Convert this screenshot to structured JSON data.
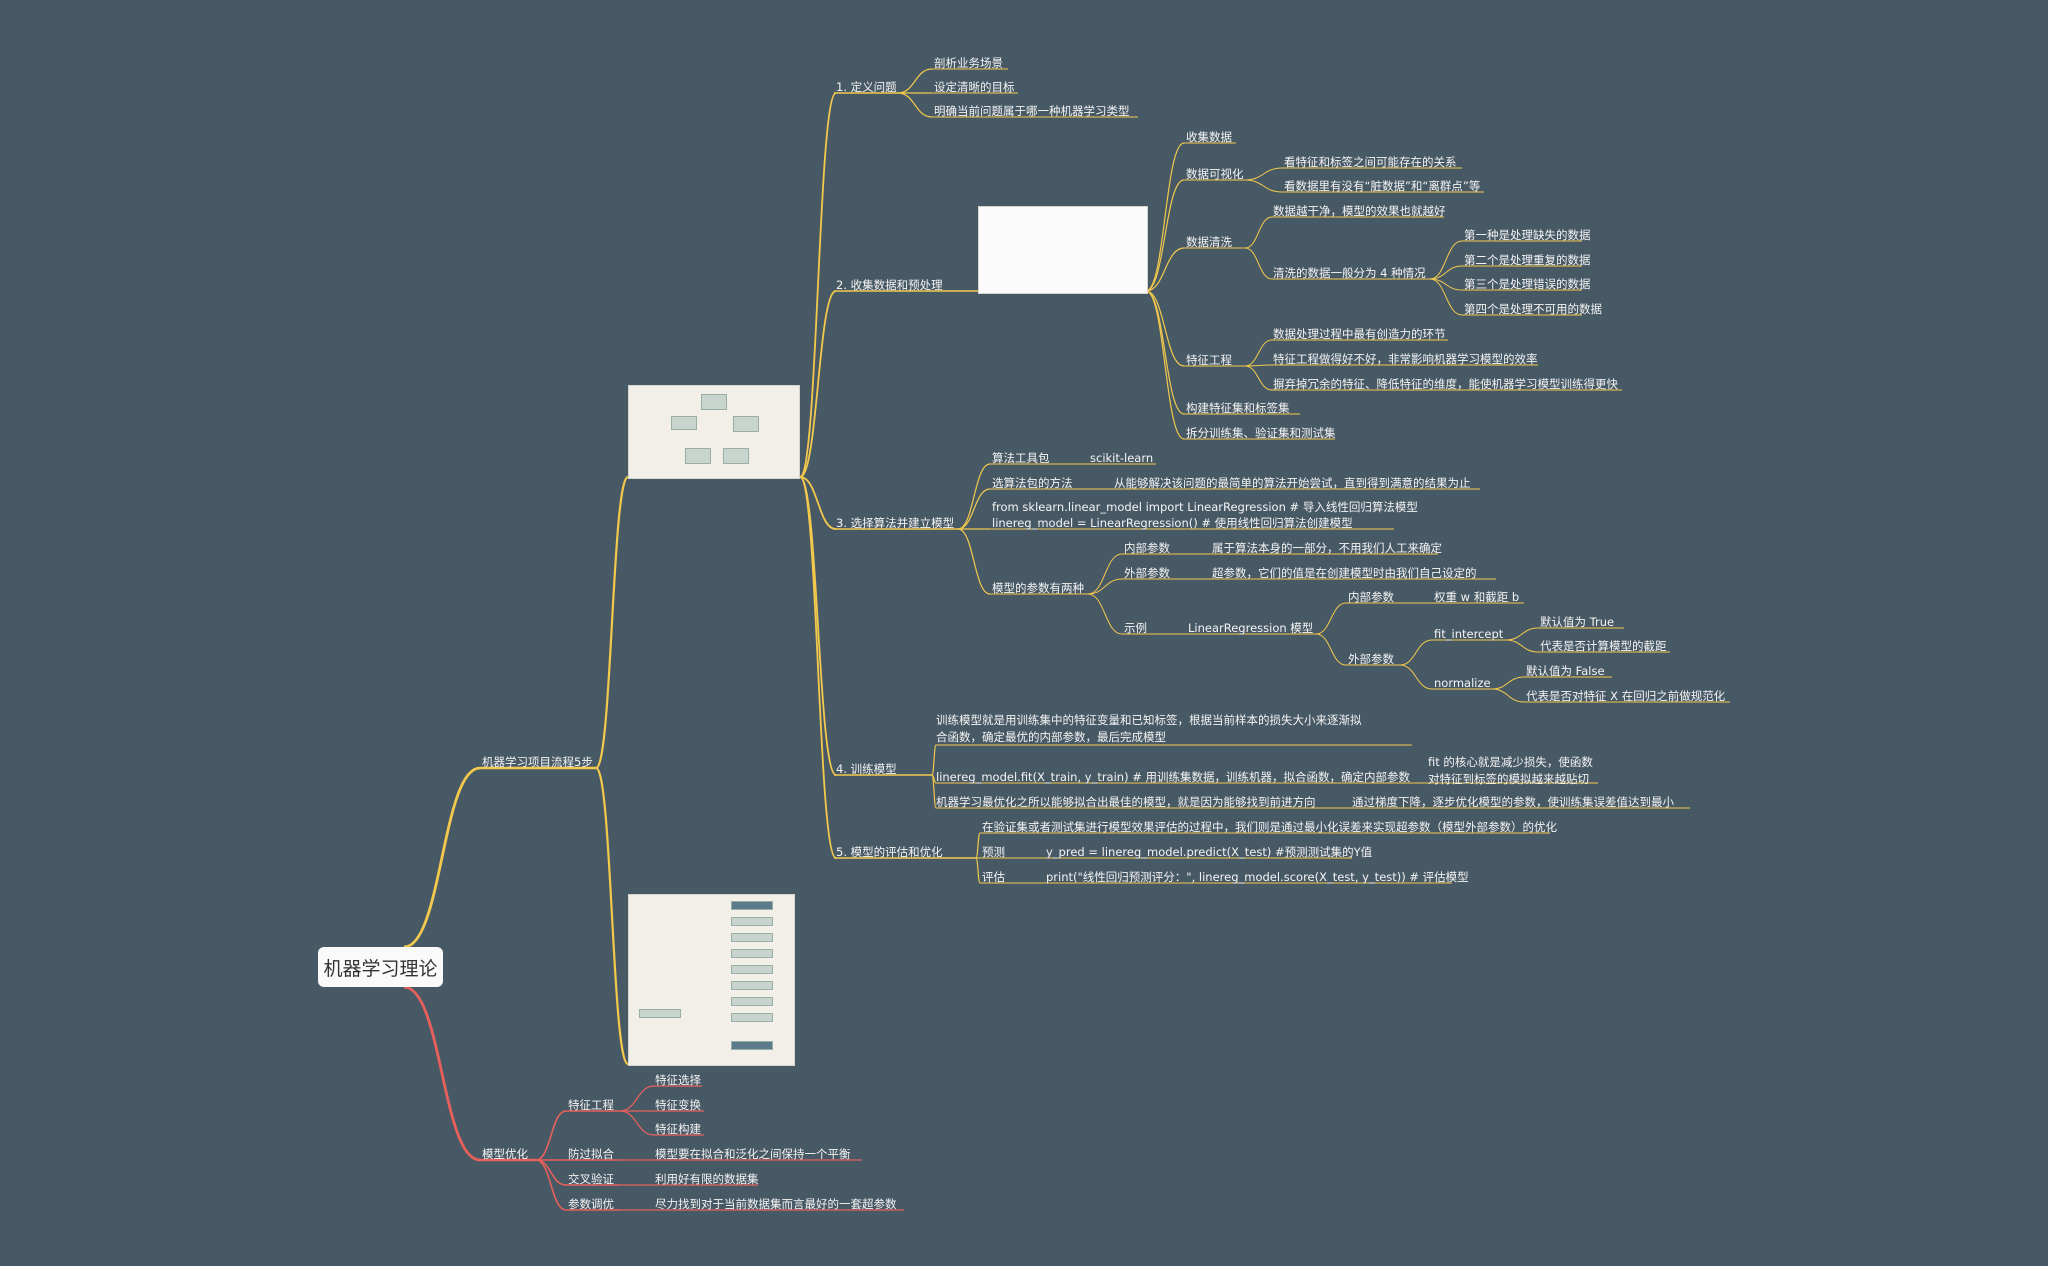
{
  "root": "机器学习理论",
  "b1": "机器学习项目流程5步",
  "s1": "1. 定义问题",
  "s1_1": "剖析业务场景",
  "s1_2": "设定清晰的目标",
  "s1_3": "明确当前问题属于哪一种机器学习类型",
  "s2": "2. 收集数据和预处理",
  "s2_a": "收集数据",
  "s2_b": "数据可视化",
  "s2_b1": "看特征和标签之间可能存在的关系",
  "s2_b2": "看数据里有没有“脏数据”和“离群点”等",
  "s2_c": "数据清洗",
  "s2_c1": "数据越干净，模型的效果也就越好",
  "s2_c2": "清洗的数据一般分为 4 种情况",
  "s2_c2a": "第一种是处理缺失的数据",
  "s2_c2b": "第二个是处理重复的数据",
  "s2_c2c": "第三个是处理错误的数据",
  "s2_c2d": "第四个是处理不可用的数据",
  "s2_d": "特征工程",
  "s2_d1": "数据处理过程中最有创造力的环节",
  "s2_d2": "特征工程做得好不好，非常影响机器学习模型的效率",
  "s2_d3": "摒弃掉冗余的特征、降低特征的维度，能使机器学习模型训练得更快",
  "s2_e": "构建特征集和标签集",
  "s2_f": "拆分训练集、验证集和测试集",
  "s3": "3. 选择算法并建立模型",
  "s3_a": "算法工具包",
  "s3_a1": "scikit-learn",
  "s3_b": "选算法包的方法",
  "s3_b1": "从能够解决该问题的最简单的算法开始尝试，直到得到满意的结果为止",
  "s3_c1": "from sklearn.linear_model import LinearRegression # 导入线性回归算法模型",
  "s3_c2": "linereg_model = LinearRegression() # 使用线性回归算法创建模型",
  "s3_d": "模型的参数有两种",
  "s3_d1": "内部参数",
  "s3_d1a": "属于算法本身的一部分，不用我们人工来确定",
  "s3_d2": "外部参数",
  "s3_d2a": "超参数，它们的值是在创建模型时由我们自己设定的",
  "s3_d3": "示例",
  "s3_d3a": "LinearRegression 模型",
  "s3_d3a1": "内部参数",
  "s3_d3a1x": "权重 w 和截距 b",
  "s3_d3a2": "外部参数",
  "s3_fi": "fit_intercept",
  "s3_fi1": "默认值为 True",
  "s3_fi2": "代表是否计算模型的截距",
  "s3_no": "normalize",
  "s3_no1": "默认值为 False",
  "s3_no2": "代表是否对特征 X 在回归之前做规范化",
  "s4": "4. 训练模型",
  "s4_a": "训练模型就是用训练集中的特征变量和已知标签，根据当前样本的损失大小来逐渐拟合函数，确定最优的内部参数，最后完成模型",
  "s4_b": "linereg_model.fit(X_train, y_train) # 用训练集数据，训练机器，拟合函数，确定内部参数",
  "s4_b1": "fit 的核心就是减少损失，使函数对特征到标签的模拟越来越贴切",
  "s4_c": "机器学习最优化之所以能够拟合出最佳的模型，就是因为能够找到前进方向",
  "s4_c1": "通过梯度下降，逐步优化模型的参数，使训练集误差值达到最小",
  "s5": "5. 模型的评估和优化",
  "s5_a": "在验证集或者测试集进行模型效果评估的过程中，我们则是通过最小化误差来实现超参数（模型外部参数）的优化",
  "s5_b": "预测",
  "s5_b1": "y_pred = linereg_model.predict(X_test) #预测测试集的Y值",
  "s5_c": "评估",
  "s5_c1": "print(\"线性回归预测评分：\", linereg_model.score(X_test, y_test)) # 评估模型",
  "b2": "模型优化",
  "o1": "特征工程",
  "o1a": "特征选择",
  "o1b": "特征变换",
  "o1c": "特征构建",
  "o2": "防过拟合",
  "o2a": "模型要在拟合和泛化之间保持一个平衡",
  "o3": "交叉验证",
  "o3a": "利用好有限的数据集",
  "o4": "参数调优",
  "o4a": "尽力找到对于当前数据集而言最好的一套超参数",
  "colors": {
    "yellow": "#f2c94c",
    "red": "#e8605c",
    "bg": "#485966"
  }
}
